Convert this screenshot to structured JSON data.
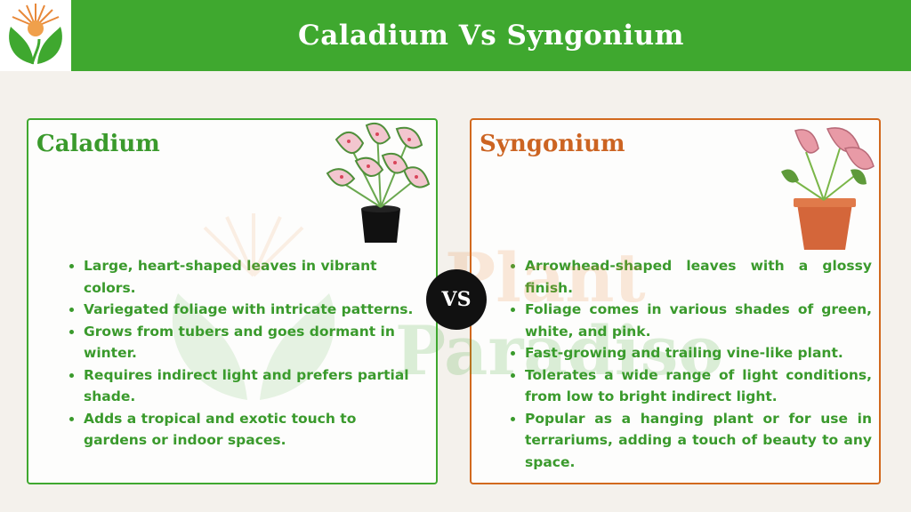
{
  "header": {
    "title": "Caladium Vs Syngonium"
  },
  "colors": {
    "brand_green": "#3fa82f",
    "accent_orange": "#d2691e",
    "text_green": "#3a9a2c"
  },
  "watermark": {
    "line1": "Plant",
    "line2": "Paradiso"
  },
  "vs_label": "VS",
  "left_card": {
    "title": "Caladium",
    "image": "caladium-plant-in-black-pot",
    "points": [
      "Large, heart-shaped leaves in vibrant colors.",
      "Variegated foliage with intricate patterns.",
      "Grows from tubers and goes dormant in winter.",
      "Requires indirect light and prefers partial shade.",
      "Adds a tropical and exotic touch to gardens or indoor spaces."
    ]
  },
  "right_card": {
    "title": "Syngonium",
    "image": "syngonium-plant-in-terracotta-pot",
    "points": [
      "Arrowhead-shaped leaves with a glossy finish.",
      "Foliage comes in various shades of green, white, and pink.",
      "Fast-growing and trailing vine-like plant.",
      "Tolerates a wide range of light conditions, from low to bright indirect light.",
      "Popular as a hanging plant or for use in terrariums, adding a touch of beauty to any space."
    ]
  }
}
